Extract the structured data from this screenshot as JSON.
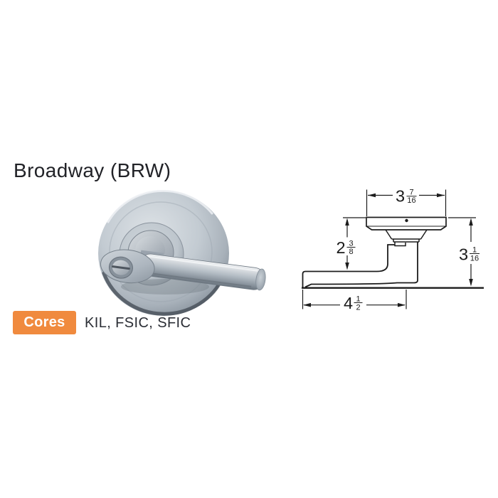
{
  "page": {
    "background": "#FFFFFF",
    "title_color": "#212227"
  },
  "title": "Broadway (BRW)",
  "lever_photo": {
    "alt": "Broadway lever on round rose, satin chrome finish, viewed from front-left",
    "finish_colors": {
      "highlight": "#E3E7EA",
      "mid": "#AAB3BC",
      "shadow": "#6D7681",
      "dark_rim": "#434B55"
    }
  },
  "cores": {
    "badge_label": "Cores",
    "values": "KIL, FSIC, SFIC",
    "badge_color": "#F08A3E",
    "badge_text_color": "#FFFFFF",
    "values_text_color": "#2B2E35"
  },
  "drawing": {
    "line_color": "#1C1C1C",
    "dimensions": {
      "rose_width": {
        "whole": "3",
        "numerator": "7",
        "denominator": "16",
        "display": "3 7/16"
      },
      "rose_top_to_lever": {
        "whole": "2",
        "numerator": "3",
        "denominator": "8",
        "display": "2 3/8"
      },
      "overall_height": {
        "whole": "3",
        "numerator": "1",
        "denominator": "16",
        "display": "3 1/16"
      },
      "lever_length": {
        "whole": "4",
        "numerator": "1",
        "denominator": "2",
        "display": "4 1/2"
      }
    }
  }
}
